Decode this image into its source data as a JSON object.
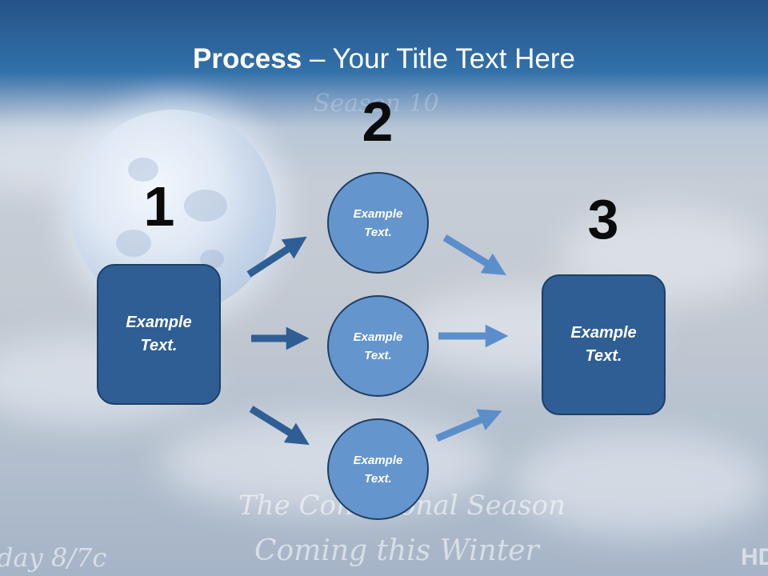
{
  "slide": {
    "title_bold": "Process",
    "title_rest": " – Your Title Text Here",
    "steps": [
      {
        "number": "1",
        "text": "Example Text."
      },
      {
        "number": "2"
      },
      {
        "number": "3",
        "text": "Example Text."
      }
    ],
    "circles": [
      {
        "text": "Example Text."
      },
      {
        "text": "Example Text."
      },
      {
        "text": "Example Text."
      }
    ],
    "background_text": {
      "top": "Season 10",
      "line1": "The Conditional Season",
      "line2": "Coming this Winter",
      "left": "day 8/7c",
      "right": "HD"
    }
  },
  "colors": {
    "header": "#2d6aa5",
    "box_fill": "#2e5e94",
    "circle_fill": "#6595cd",
    "arrow_dark": "#2e5e94",
    "arrow_light": "#5b8fcb"
  }
}
